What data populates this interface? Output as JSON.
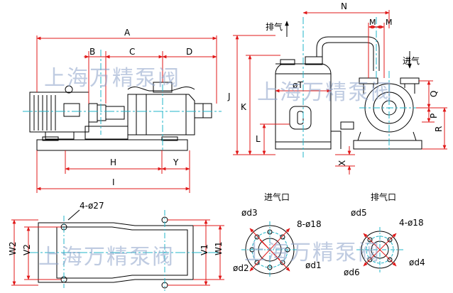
{
  "dimensions": {
    "A": "A",
    "B": "B",
    "C": "C",
    "D": "D",
    "H": "H",
    "Y": "Y",
    "I": "I",
    "N": "N",
    "M1": "M",
    "M2": "M",
    "J": "J",
    "K": "K",
    "L": "L",
    "Q": "Q",
    "P": "P",
    "R": "R",
    "X": "X",
    "phiT": "øT",
    "W1": "W1",
    "W2": "W2",
    "V1": "V1",
    "V2": "V2",
    "base_holes": "4-ø27",
    "inlet_d3": "ød3",
    "inlet_d2": "ød2",
    "inlet_d1": "ød1",
    "inlet_holes": "8-ø18",
    "outlet_d5": "ød5",
    "outlet_d6": "ød6",
    "outlet_d4": "ød4",
    "outlet_holes": "4-ø18"
  },
  "labels": {
    "exhaust": "排气",
    "intake": "进气",
    "inlet_port": "进气口",
    "outlet_port": "排气口"
  },
  "watermarks": {
    "wm1": "上海万精泵阀",
    "wm2": "上海万精泵阀",
    "wm3": "上海万精泵阀",
    "wm4": "上海万精泵阀"
  },
  "colors": {
    "outline": "#000000",
    "dimension": "#e01818",
    "centerline": "#20b4c8",
    "watermark": "#8aa0c8"
  }
}
